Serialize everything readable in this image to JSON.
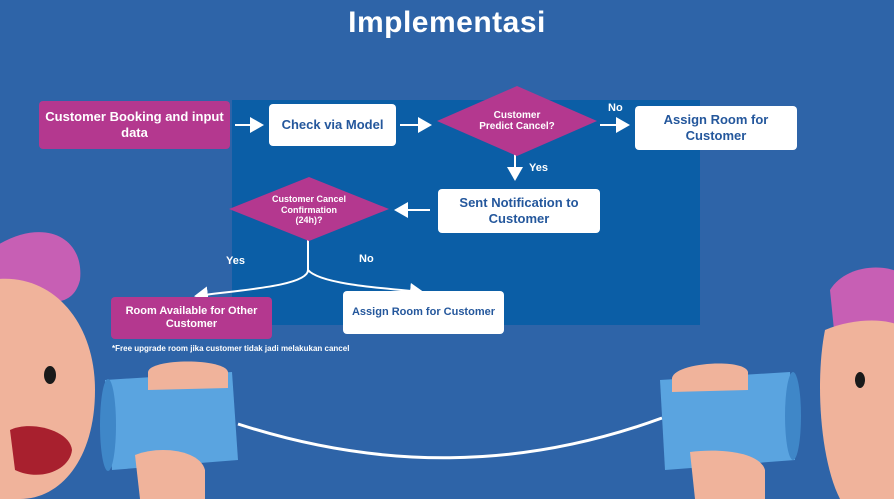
{
  "title": "Implementasi",
  "nodes": {
    "booking": "Customer Booking and input data",
    "check": "Check via Model",
    "predict": "Customer Predict Cancel?",
    "assign_top": "Assign Room for Customer",
    "notify": "Sent Notification to Customer",
    "confirm": "Customer Cancel Confirmation (24h)?",
    "available": "Room Available for Other Customer",
    "assign_bottom": "Assign Room for Customer"
  },
  "edges": {
    "predict_no": "No",
    "predict_yes": "Yes",
    "confirm_yes": "Yes",
    "confirm_no": "No"
  },
  "note": "*Free upgrade room jika customer tidak jadi melakukan cancel",
  "colors": {
    "background": "#2e64a8",
    "panel": "#0b5ea6",
    "magenta": "#b4388f",
    "white_box_text": "#24579c"
  }
}
